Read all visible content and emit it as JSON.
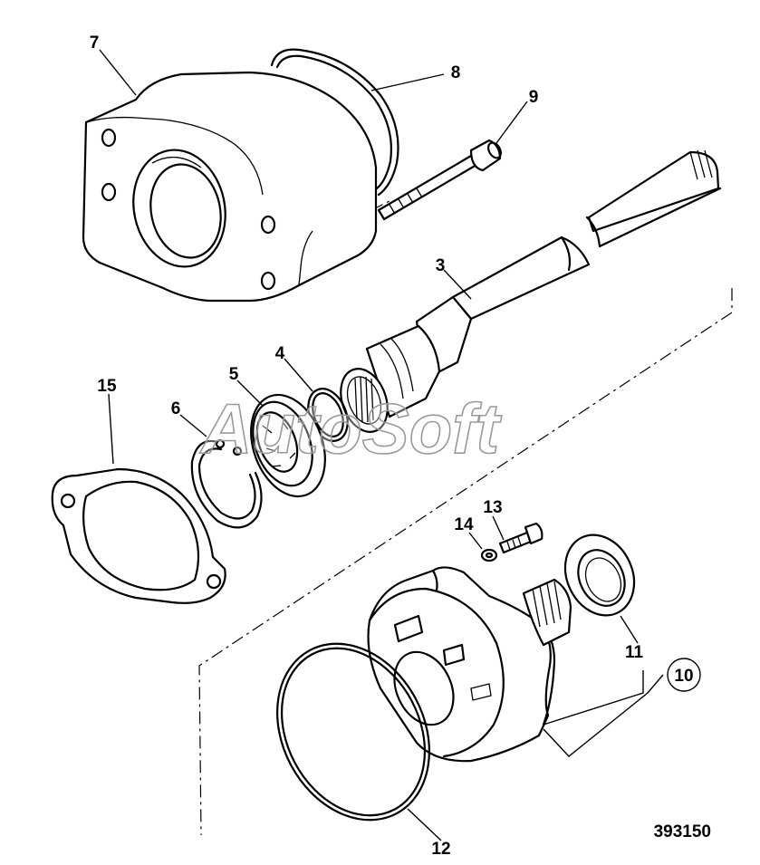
{
  "diagram": {
    "drawing_number": "393150",
    "watermark": "AutoSoft",
    "callouts": {
      "c3": "3",
      "c4": "4",
      "c5": "5",
      "c6": "6",
      "c7": "7",
      "c8": "8",
      "c9": "9",
      "c10": "10",
      "c11": "11",
      "c12": "12",
      "c13": "13",
      "c14": "14",
      "c15": "15"
    }
  }
}
